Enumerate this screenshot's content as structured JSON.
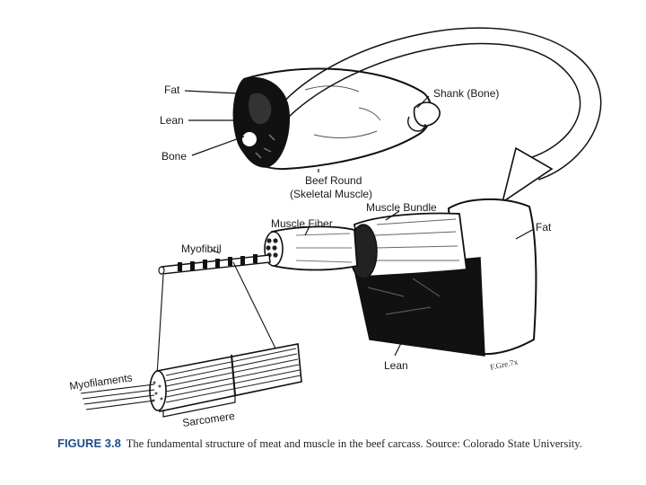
{
  "labels": {
    "fat_top": "Fat",
    "lean_top": "Lean",
    "bone": "Bone",
    "shank": "Shank (Bone)",
    "beef_round_line1": "Beef Round",
    "beef_round_line2": "(Skeletal Muscle)",
    "muscle_fiber": "Muscle Fiber",
    "muscle_bundle": "Muscle Bundle",
    "fat_right": "Fat",
    "myofibril": "Myofibril",
    "lean_bottom": "Lean",
    "myofilaments": "Myofilaments",
    "sarcomere": "Sarcomere",
    "signature": "F.Gre.7x"
  },
  "caption": {
    "figure_number": "FIGURE 3.8",
    "text": "The fundamental structure of meat and muscle in the beef carcass. Source: Colorado State University."
  }
}
